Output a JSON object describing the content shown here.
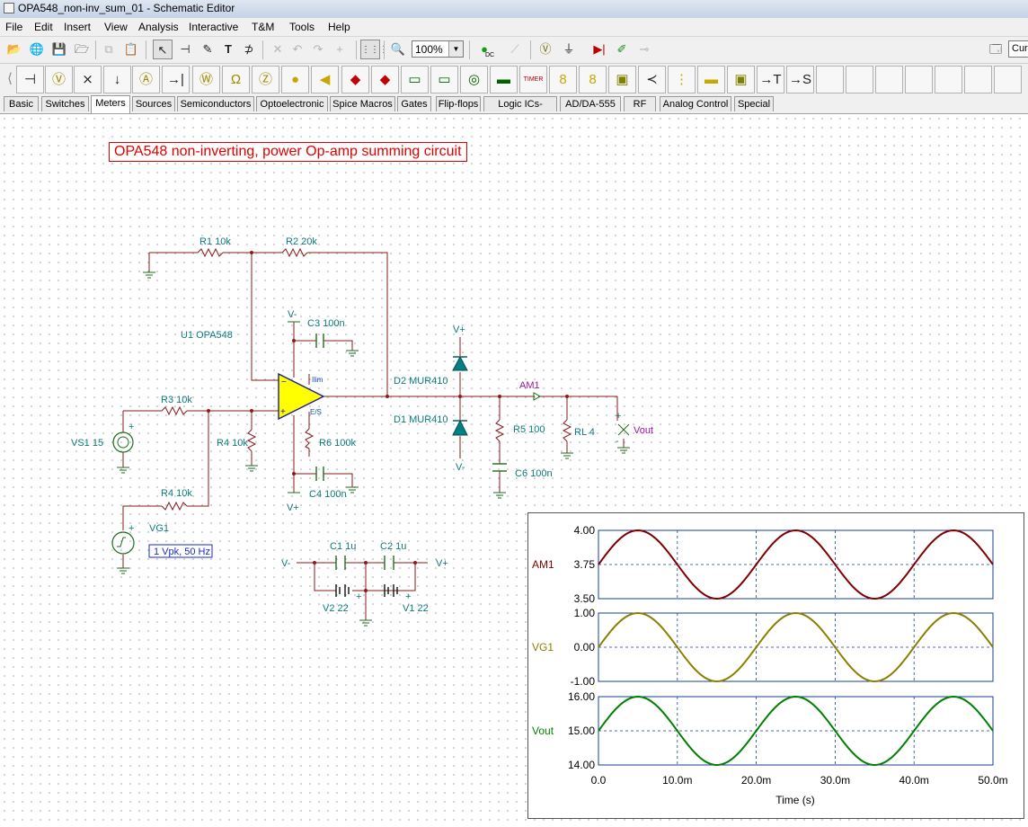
{
  "window": {
    "title": "OPA548_non-inv_sum_01 - Schematic Editor"
  },
  "menu": [
    "File",
    "Edit",
    "Insert",
    "View",
    "Analysis",
    "Interactive",
    "T&M",
    "Tools",
    "Help"
  ],
  "toolbar": {
    "zoom_value": "100%",
    "dc_label": "DC",
    "box_text": "Cur",
    "select_tool": "select-arrow"
  },
  "palette_tabs": [
    "Basic",
    "Switches",
    "Meters",
    "Sources",
    "Semiconductors",
    "Optoelectronic",
    "Spice Macros",
    "Gates",
    "Flip-flops",
    "Logic ICs-MCUs",
    "AD/DA-555",
    "RF",
    "Analog Control",
    "Special"
  ],
  "palette_tabs_active": "Meters",
  "schematic": {
    "title": "OPA548 non-inverting, power Op-amp summing circuit",
    "labels": {
      "r1": "R1 10k",
      "r2": "R2 20k",
      "u1": "U1 OPA548",
      "vminus": "V-",
      "vplus": "V+",
      "c3": "C3 100n",
      "ilim": "Ilim",
      "es": "E/S",
      "d2": "D2 MUR410",
      "d1": "D1 MUR410",
      "am1": "AM1",
      "r3": "R3 10k",
      "vs1": "VS1 15",
      "r4a": "R4 10k",
      "r6": "R6 100k",
      "r5": "R5 100",
      "rl": "RL 4",
      "vout": "Vout",
      "c6": "C6 100n",
      "c4": "C4 100n",
      "r4b": "R4 10k",
      "vg1": "VG1",
      "vg1_param": "1 Vpk, 50 Hz",
      "c1": "C1 1u",
      "c2": "C2 1u",
      "v2": "V2 22",
      "v1": "V1 22",
      "plus": "+",
      "minus": "-"
    }
  },
  "plot": {
    "xlabel": "Time (s)",
    "xticks": [
      "0.0",
      "10.0m",
      "20.0m",
      "30.0m",
      "40.0m",
      "50.0m"
    ],
    "colors": {
      "AM1": "#800000",
      "VG1": "#8a8000",
      "Vout": "#008000"
    }
  },
  "chart_data": [
    {
      "type": "line",
      "series_name": "AM1",
      "x": [
        0,
        0.005,
        0.01,
        0.015,
        0.02,
        0.025,
        0.03,
        0.035,
        0.04,
        0.045,
        0.05
      ],
      "series": [
        {
          "name": "AM1",
          "values": [
            3.75,
            4.0,
            3.75,
            3.5,
            3.75,
            4.0,
            3.75,
            3.5,
            3.75,
            4.0,
            3.75
          ]
        }
      ],
      "xlim": [
        0,
        0.05
      ],
      "ylim": [
        3.5,
        4.0
      ],
      "yticks": [
        "4.00",
        "3.75",
        "3.50"
      ],
      "xlabel": "Time (s)",
      "ylabel": "AM1",
      "grid": true
    },
    {
      "type": "line",
      "series_name": "VG1",
      "x": [
        0,
        0.005,
        0.01,
        0.015,
        0.02,
        0.025,
        0.03,
        0.035,
        0.04,
        0.045,
        0.05
      ],
      "series": [
        {
          "name": "VG1",
          "values": [
            0,
            1,
            0,
            -1,
            0,
            1,
            0,
            -1,
            0,
            1,
            0
          ]
        }
      ],
      "xlim": [
        0,
        0.05
      ],
      "ylim": [
        -1,
        1
      ],
      "yticks": [
        "1.00",
        "0.00",
        "-1.00"
      ],
      "xlabel": "Time (s)",
      "ylabel": "VG1",
      "grid": true
    },
    {
      "type": "line",
      "series_name": "Vout",
      "x": [
        0,
        0.005,
        0.01,
        0.015,
        0.02,
        0.025,
        0.03,
        0.035,
        0.04,
        0.045,
        0.05
      ],
      "series": [
        {
          "name": "Vout",
          "values": [
            15,
            16,
            15,
            14,
            15,
            16,
            15,
            14,
            15,
            16,
            15
          ]
        }
      ],
      "xlim": [
        0,
        0.05
      ],
      "ylim": [
        14,
        16
      ],
      "yticks": [
        "16.00",
        "15.00",
        "14.00"
      ],
      "xlabel": "Time (s)",
      "ylabel": "Vout",
      "grid": true
    }
  ]
}
